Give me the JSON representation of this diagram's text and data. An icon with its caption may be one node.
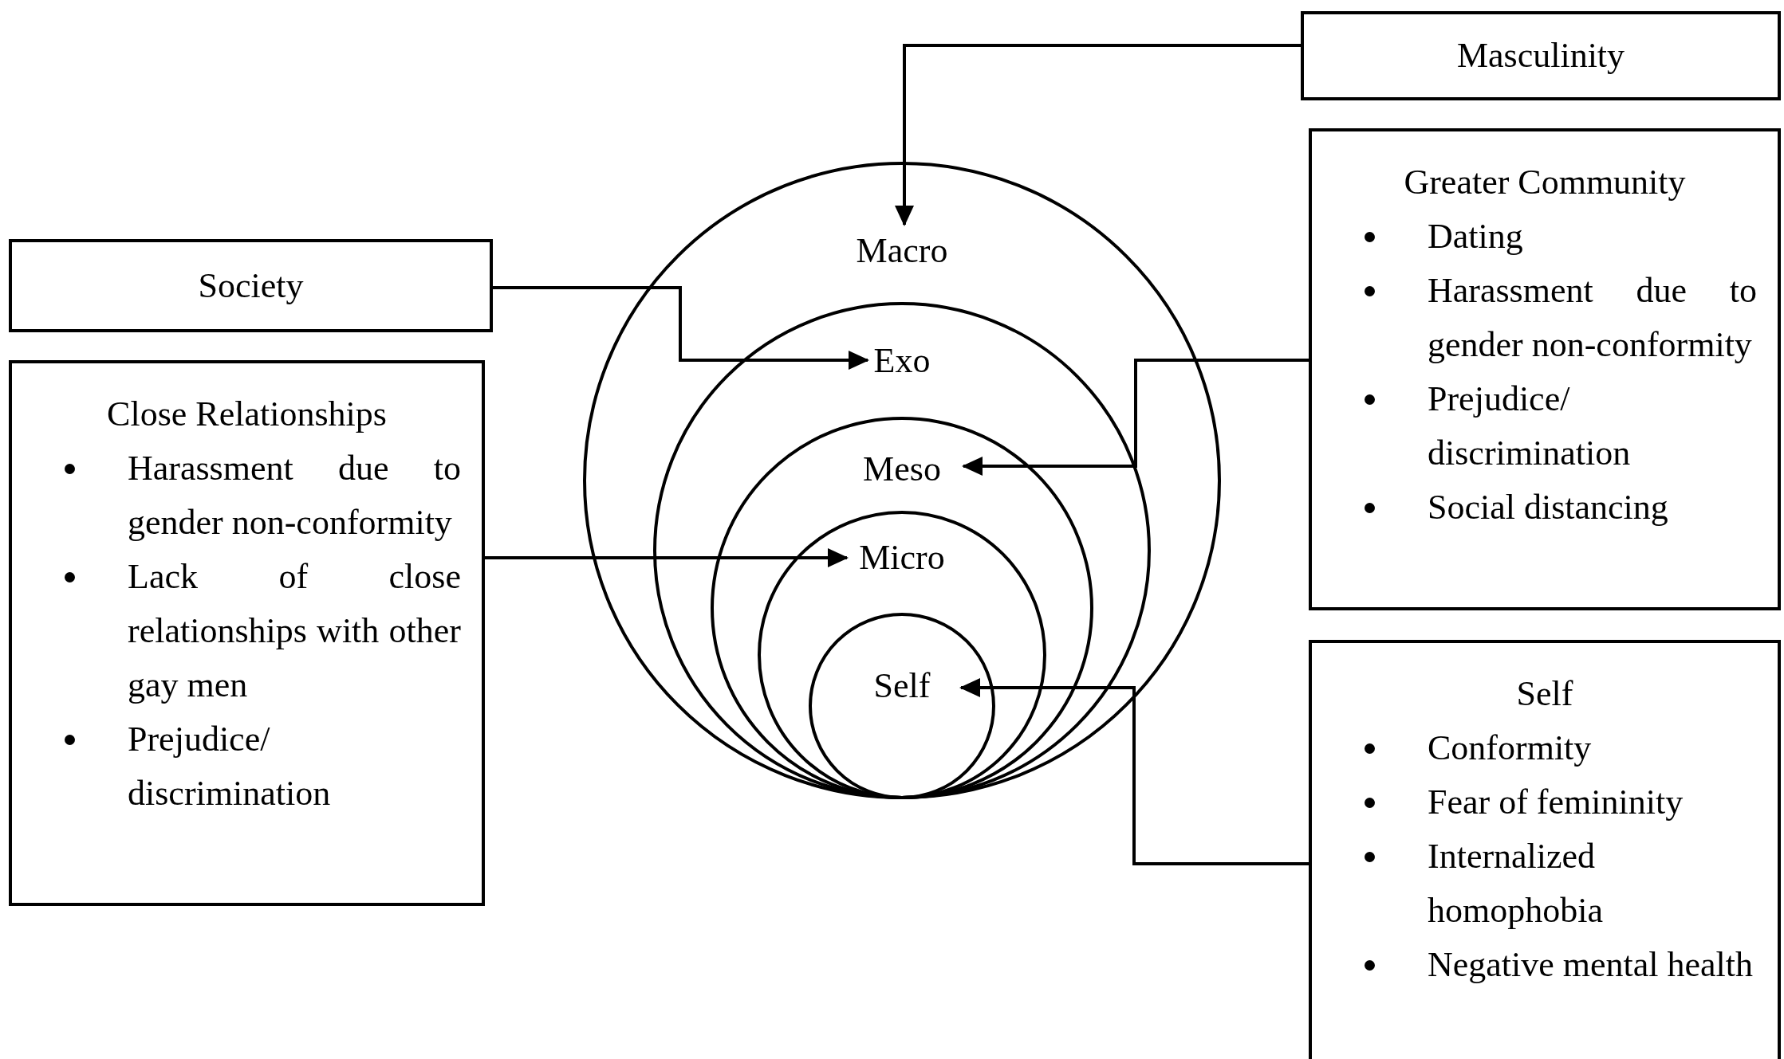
{
  "diagram": {
    "nodes": [
      {
        "text": [
          "Masculinity"
        ]
      },
      {
        "text": [
          "Greater Community",
          "Dating",
          "Harassment due to gender non-conformity",
          "Prejudice/ discrimination",
          "Social distancing"
        ]
      },
      {
        "text": [
          "Self",
          "Conformity",
          "Fear of femininity",
          "Internalized homophobia",
          "Negative mental health"
        ]
      },
      {
        "text": [
          "Society"
        ]
      },
      {
        "text": [
          "Close Relationships",
          "Harassment due to gender non-conformity",
          "Lack of close relationships with other gay men",
          "Prejudice/ discrimination"
        ]
      },
      {
        "text": [
          "Macro"
        ]
      },
      {
        "text": [
          "Exo"
        ],
        "in": 5
      },
      {
        "text": [
          "Meso"
        ],
        "in": 6
      },
      {
        "text": [
          "Micro"
        ],
        "in": 7
      },
      {
        "text": [
          "Self"
        ],
        "in": 8
      }
    ],
    "edges": [
      {
        "from": 0,
        "to": 5,
        "arrow": "to"
      },
      {
        "from": 3,
        "to": 6,
        "arrow": "to"
      },
      {
        "from": 1,
        "to": 7,
        "arrow": "to"
      },
      {
        "from": 2,
        "to": 9,
        "arrow": "to"
      },
      {
        "from": 4,
        "to": 8,
        "arrow": "to"
      }
    ]
  }
}
